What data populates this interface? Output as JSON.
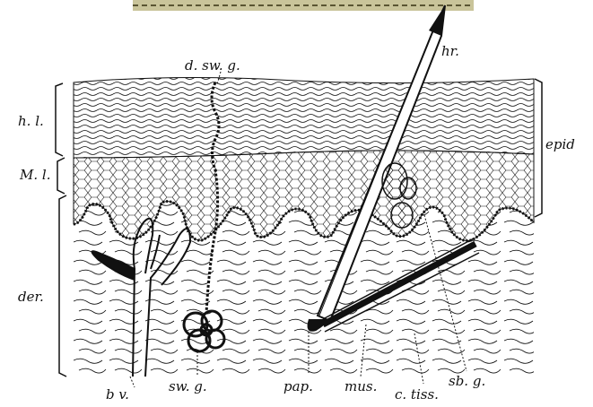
{
  "figure": {
    "labels": {
      "hair": "hr.",
      "sweat_duct": "d. sw. g.",
      "horny_layer": "h. l.",
      "malpighian_layer": "M. l.",
      "epidermis": "epid",
      "dermis": "der.",
      "blood_vessels": "b v.",
      "sweat_gland": "sw. g.",
      "papilla": "pap.",
      "muscle": "mus.",
      "connective_tissue": "c. tiss.",
      "sebaceous_gland": "sb. g."
    },
    "colors": {
      "ink": "#111111",
      "paper": "#ffffff",
      "strip": "#c9c49a"
    }
  }
}
